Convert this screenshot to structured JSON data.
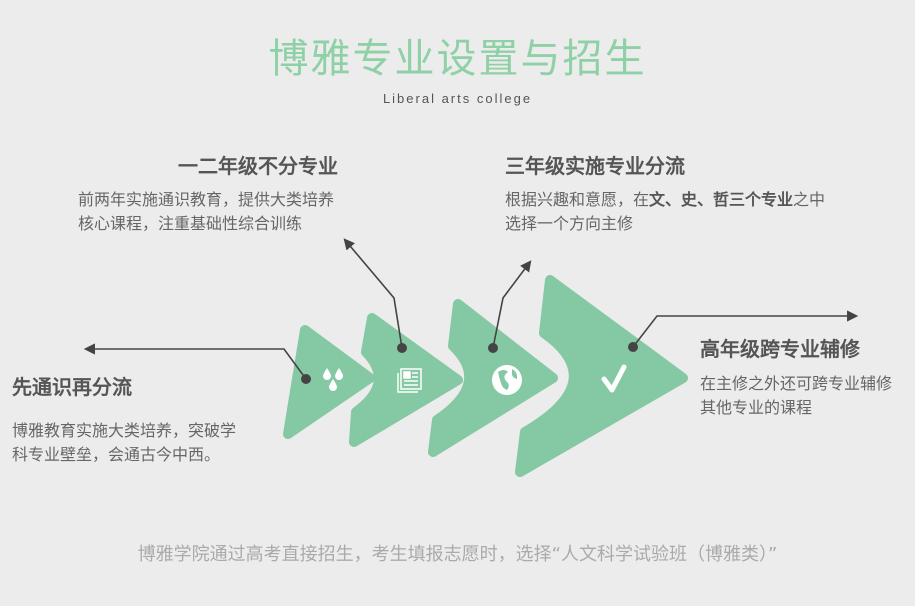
{
  "title": "博雅专业设置与招生",
  "subtitle": "Liberal arts college",
  "steps": [
    {
      "heading": "先通识再分流",
      "lines": [
        "博雅教育实施大类培养，突破学",
        "科专业壁垒，会通古今中西。"
      ],
      "icon": "drops-icon"
    },
    {
      "heading": "一二年级不分专业",
      "lines": [
        "前两年实施通识教育，提供大类培养",
        "核心课程，注重基础性综合训练"
      ],
      "icon": "newspaper-icon"
    },
    {
      "heading": "三年级实施专业分流",
      "line1_parts": [
        "根据兴趣和意愿，在",
        "文、史、哲三个专业",
        "之中"
      ],
      "line2": "选择一个方向主修",
      "icon": "globe-icon"
    },
    {
      "heading": "高年级跨专业辅修",
      "lines": [
        "在主修之外还可跨专业辅修",
        "其他专业的课程"
      ],
      "icon": "check-icon"
    }
  ],
  "footer": "博雅学院通过高考直接招生，考生填报志愿时，选择“人文科学试验班（博雅类）”",
  "colors": {
    "green": "#84c9a3",
    "title": "#8fd1a6",
    "line": "#444444"
  }
}
